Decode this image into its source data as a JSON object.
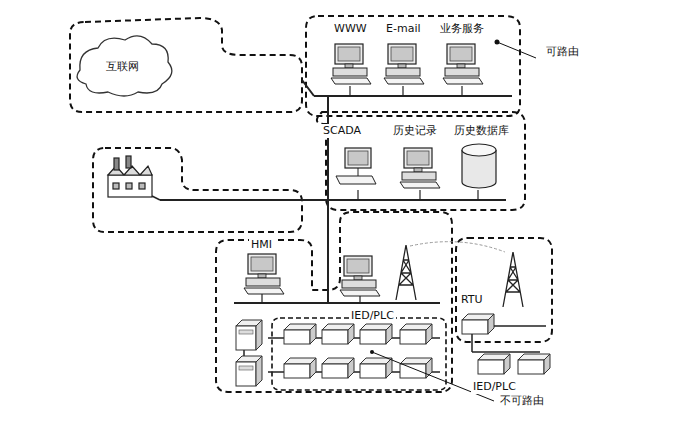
{
  "diagram": {
    "nodes": [
      {
        "text": [
          "互联网"
        ]
      },
      {
        "text": [
          "WWW"
        ]
      },
      {
        "text": [
          "E-mail"
        ]
      },
      {
        "text": [
          "业务服务"
        ]
      },
      {
        "text": [
          "SCADA"
        ]
      },
      {
        "text": [
          "历史记录"
        ]
      },
      {
        "text": [
          "历史数据库"
        ]
      },
      {
        "text": [
          "HMI"
        ]
      },
      {
        "text": [
          "IED/PLC"
        ]
      },
      {
        "text": [
          "RTU"
        ]
      },
      {
        "text": [
          "IED/PLC"
        ]
      }
    ],
    "labels": [
      "可路由",
      "不可路由"
    ]
  }
}
